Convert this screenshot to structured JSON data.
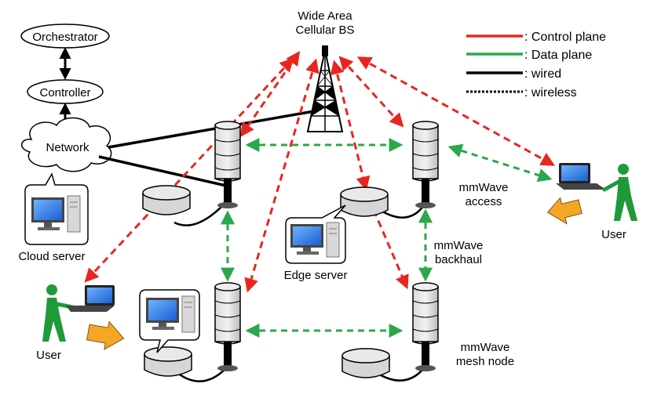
{
  "labels": {
    "bs": [
      "Wide Area",
      "Cellular BS"
    ],
    "orchestrator": "Orchestrator",
    "controller": "Controller",
    "network": "Network",
    "cloud_server": "Cloud server",
    "edge_server": "Edge server",
    "mmwave_access": [
      "mmWave",
      "access"
    ],
    "mmwave_backhaul": [
      "mmWave",
      "backhaul"
    ],
    "mmwave_mesh": [
      "mmWave",
      "mesh node"
    ],
    "user": "User"
  },
  "legend": [
    {
      "label": ": Control plane",
      "color": "#e8261f",
      "style": "solid"
    },
    {
      "label": ": Data plane",
      "color": "#2ca84a",
      "style": "solid"
    },
    {
      "label": ": wired",
      "color": "#000000",
      "style": "solid"
    },
    {
      "label": ": wireless",
      "color": "#000000",
      "style": "dotted"
    }
  ],
  "colors": {
    "control": "#e8261f",
    "data": "#2ca84a",
    "wired": "#000000",
    "arrow_fill": "#f5a623",
    "user_green": "#1f9a3a"
  }
}
